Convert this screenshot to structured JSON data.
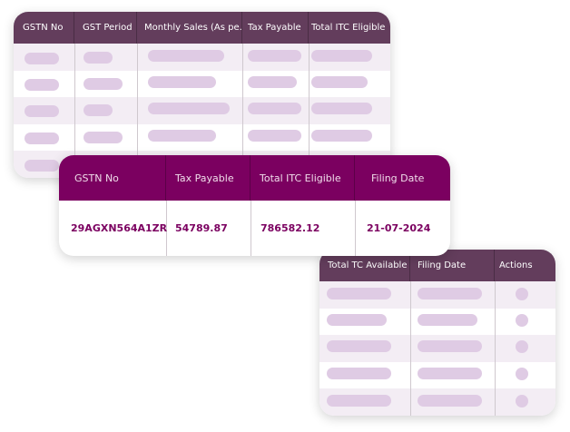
{
  "back_table": {
    "headers": [
      "GSTN No",
      "GST Period",
      "Monthly Sales (As pe...",
      "Tax Payable",
      "Total ITC Eligible"
    ],
    "row_count": 5
  },
  "front_table": {
    "headers": [
      "GSTN No",
      "Tax Payable",
      "Total ITC Eligible",
      "Filing Date"
    ],
    "row": {
      "gstn": "29AGXN564A1ZR",
      "tax_payable": "54789.87",
      "total_itc": "786582.12",
      "filing_date": "21-07-2024"
    }
  },
  "side_table": {
    "headers": [
      "Total TC Available",
      "Filing Date",
      "Actions"
    ],
    "row_count": 5
  }
}
